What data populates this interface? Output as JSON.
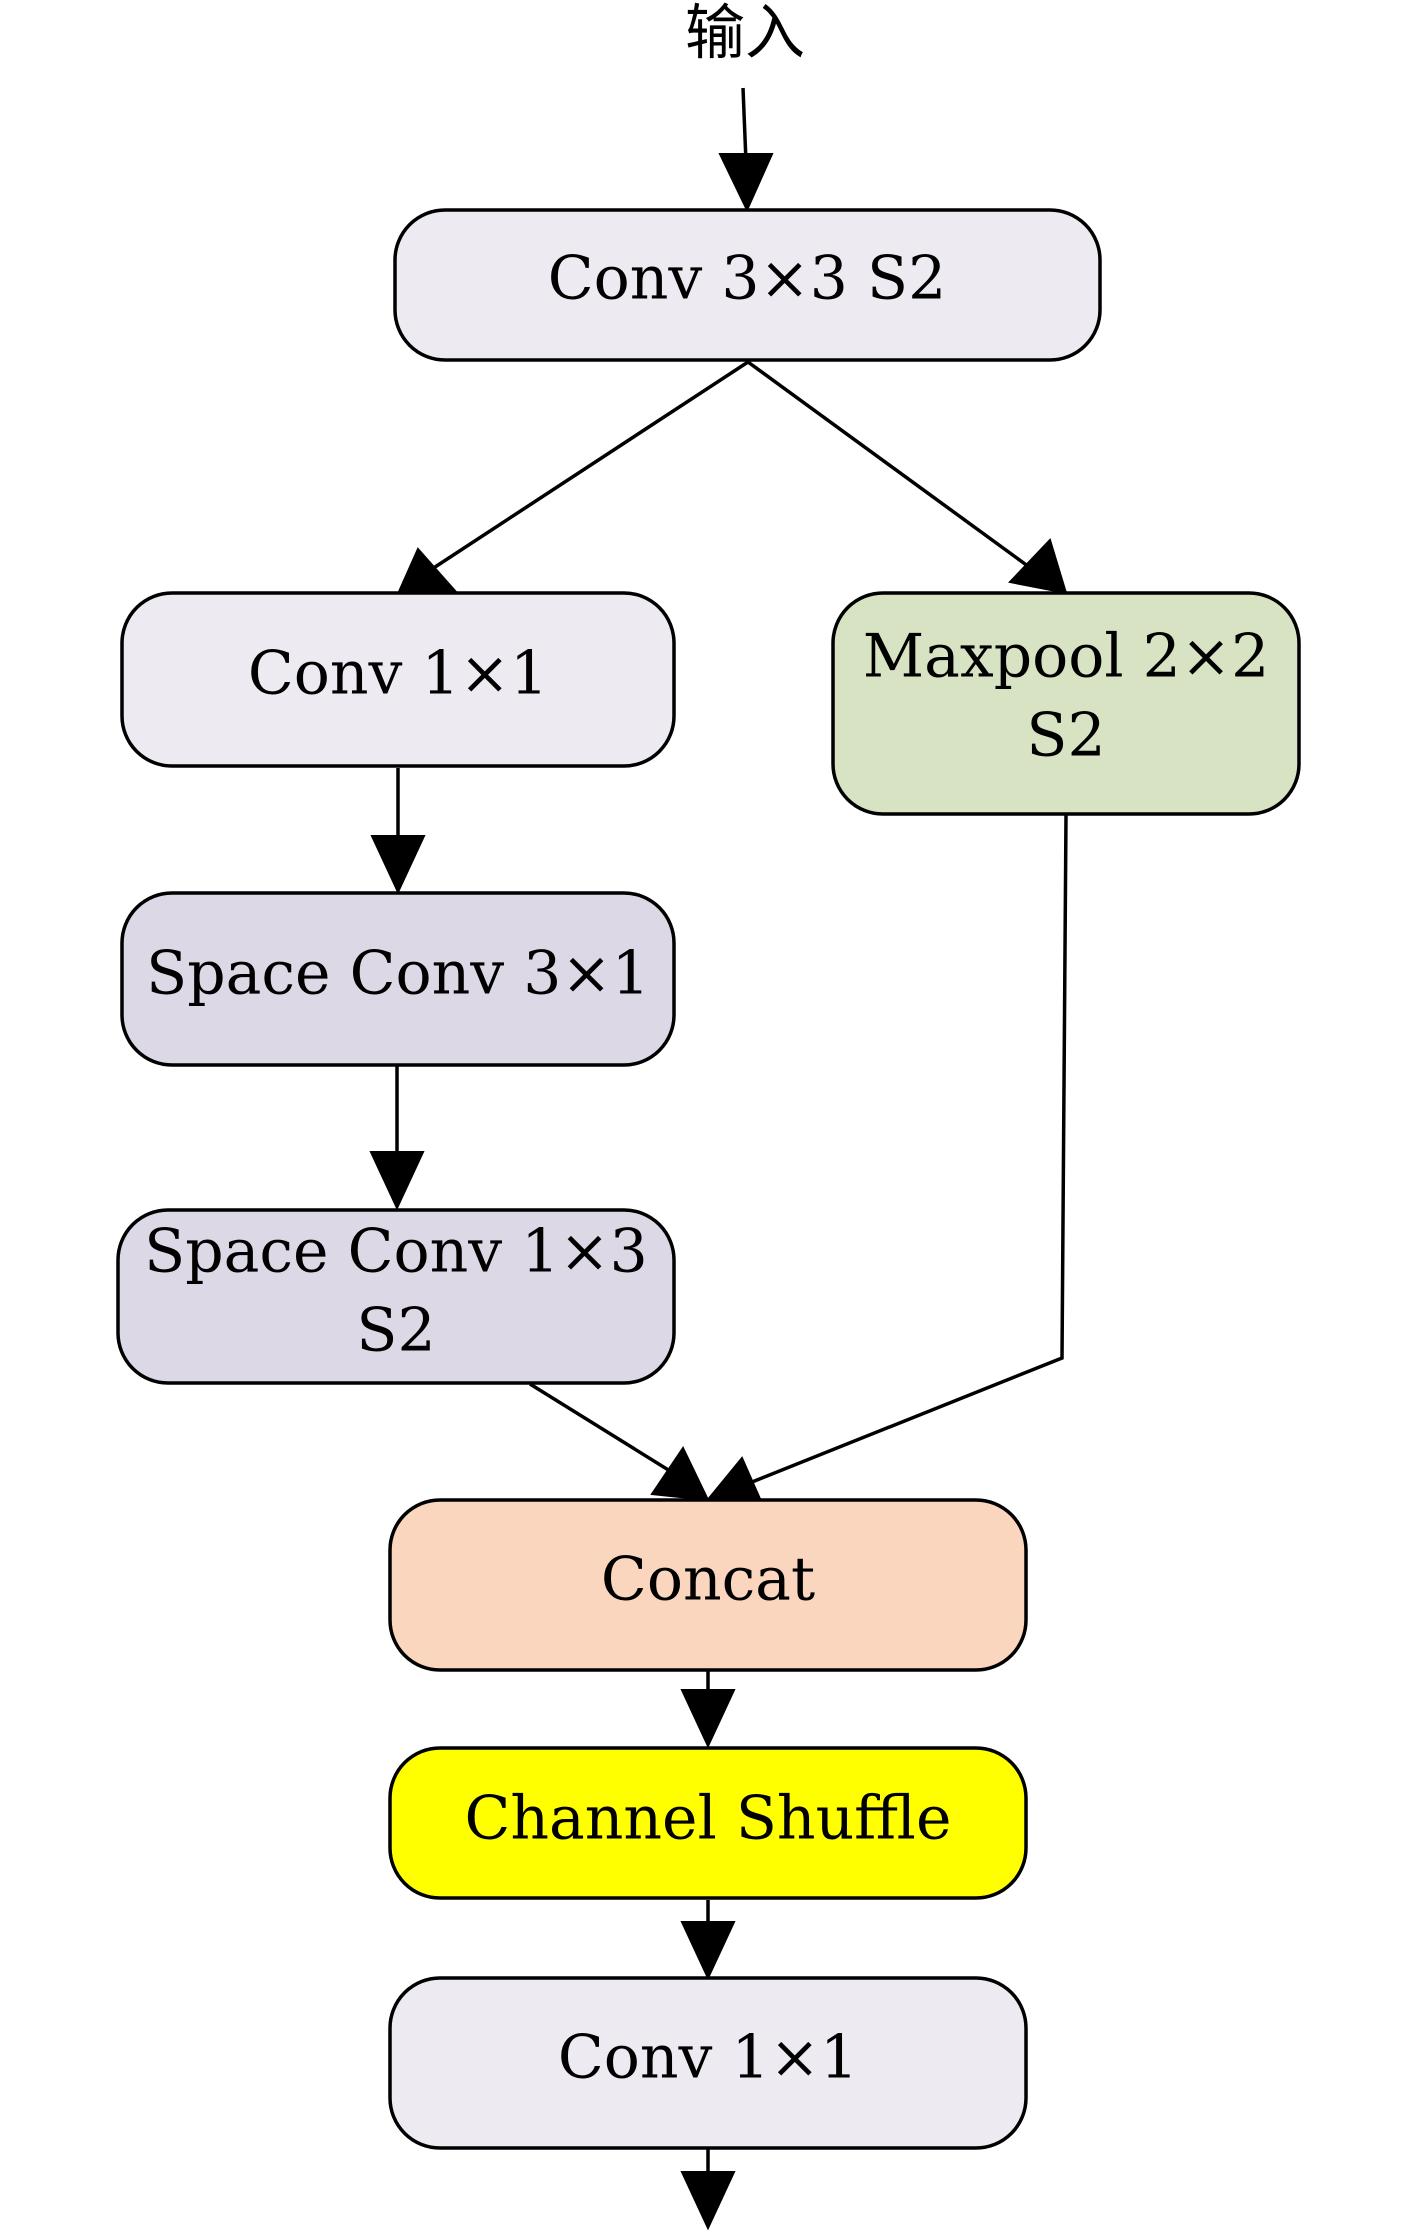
{
  "input_label": "输入",
  "colors": {
    "conv": "#edebf1",
    "space_conv": "#ddd8e6",
    "maxpool": "#d8e3c3",
    "concat": "#f9d6bd",
    "shuffle": "#ffff00",
    "stroke": "#000000"
  },
  "nodes": {
    "conv3x3": {
      "lines": [
        "Conv 3×3 S2"
      ],
      "color": "conv"
    },
    "conv1x1_left": {
      "lines": [
        "Conv 1×1"
      ],
      "color": "conv"
    },
    "maxpool": {
      "lines": [
        "Maxpool 2×2",
        "S2"
      ],
      "color": "maxpool"
    },
    "space_conv_3x1": {
      "lines": [
        "Space Conv 3×1"
      ],
      "color": "space_conv"
    },
    "space_conv_1x3": {
      "lines": [
        "Space Conv 1×3",
        "S2"
      ],
      "color": "space_conv"
    },
    "concat": {
      "lines": [
        "Concat"
      ],
      "color": "concat"
    },
    "channel_shuffle": {
      "lines": [
        "Channel Shuffle"
      ],
      "color": "shuffle"
    },
    "conv1x1_out": {
      "lines": [
        "Conv 1×1"
      ],
      "color": "conv"
    }
  },
  "edges": [
    {
      "from": "input",
      "to": "conv3x3"
    },
    {
      "from": "conv3x3",
      "to": "conv1x1_left"
    },
    {
      "from": "conv3x3",
      "to": "maxpool"
    },
    {
      "from": "conv1x1_left",
      "to": "space_conv_3x1"
    },
    {
      "from": "space_conv_3x1",
      "to": "space_conv_1x3"
    },
    {
      "from": "space_conv_1x3",
      "to": "concat"
    },
    {
      "from": "maxpool",
      "to": "concat"
    },
    {
      "from": "concat",
      "to": "channel_shuffle"
    },
    {
      "from": "channel_shuffle",
      "to": "conv1x1_out"
    },
    {
      "from": "conv1x1_out",
      "to": "output"
    }
  ]
}
